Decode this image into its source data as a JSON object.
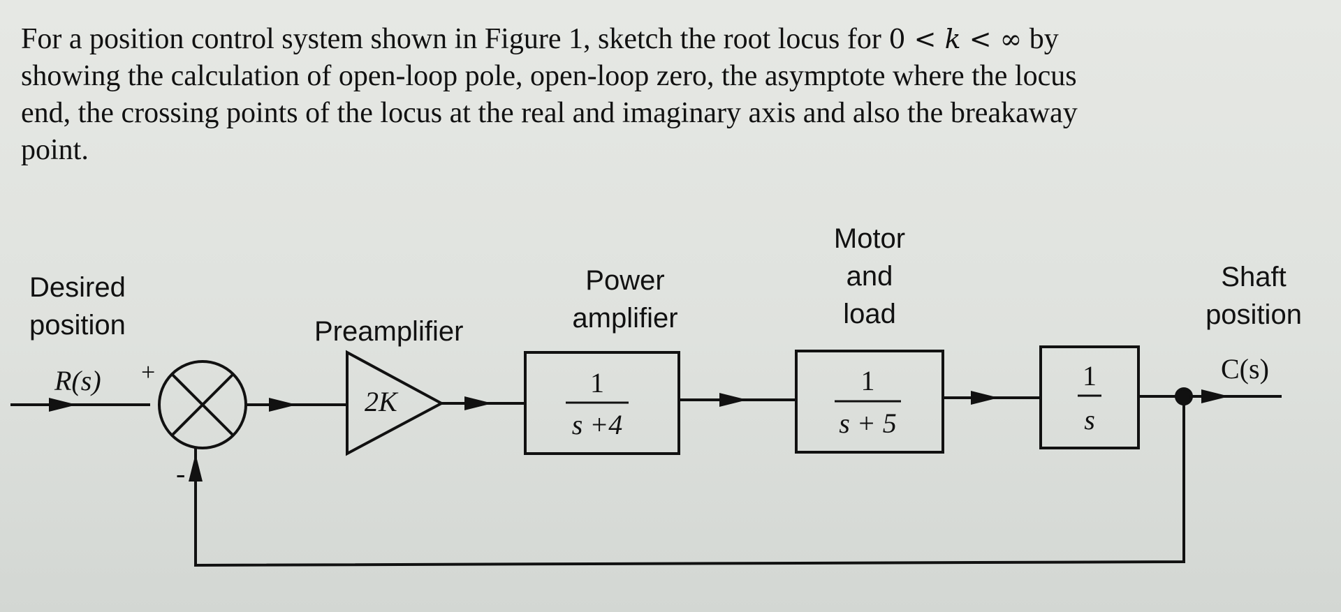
{
  "question": {
    "line1_pre": "For a position control system shown in Figure 1, sketch the root locus for",
    "inequality_left": "0 <",
    "inequality_var": "k",
    "inequality_right": "< ∞",
    "line1_post": "by",
    "line2": "showing the calculation of open-loop pole, open-loop zero, the asymptote where the locus",
    "line3": "end, the crossing points of the locus at the real and imaginary axis and also the breakaway",
    "line4": "point."
  },
  "diagram": {
    "input_label": [
      "Desired",
      "position"
    ],
    "input_signal": "R(s)",
    "plus_sign": "+",
    "minus_sign": "-",
    "preamplifier": {
      "label": "Preamplifier",
      "gain": "2K"
    },
    "power_amplifier": {
      "label": [
        "Power",
        "amplifier"
      ],
      "numerator": "1",
      "denominator": "s +4"
    },
    "motor_load": {
      "label": [
        "Motor",
        "and",
        "load"
      ],
      "numerator": "1",
      "denominator": "s + 5"
    },
    "integrator": {
      "numerator": "1",
      "denominator": "s"
    },
    "output_label": [
      "Shaft",
      "position"
    ],
    "output_signal": "C(s)"
  }
}
